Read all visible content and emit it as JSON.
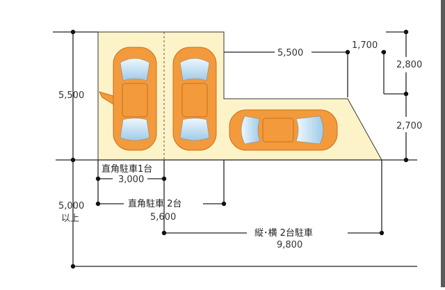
{
  "dimensions": {
    "top_total_depth": "5,500",
    "right_top_length": "5,500",
    "right_top_width": "1,700",
    "right_upper_height": "2,800",
    "right_lower_height": "2,700",
    "aisle_width_line1": "5,000",
    "aisle_width_line2": "以上",
    "single_stall_width": "3,000",
    "double_stall_width": "5,600",
    "combined_width": "9,800"
  },
  "labels": {
    "single_stall": "直角駐車1台",
    "double_stall": "直角駐車 2台",
    "combined": "縦･横  2台駐車"
  },
  "colors": {
    "lot_fill": "#fdf3c8",
    "car_body": "#f39a3c",
    "car_glass": "#cfe6f6",
    "line": "#222222"
  }
}
